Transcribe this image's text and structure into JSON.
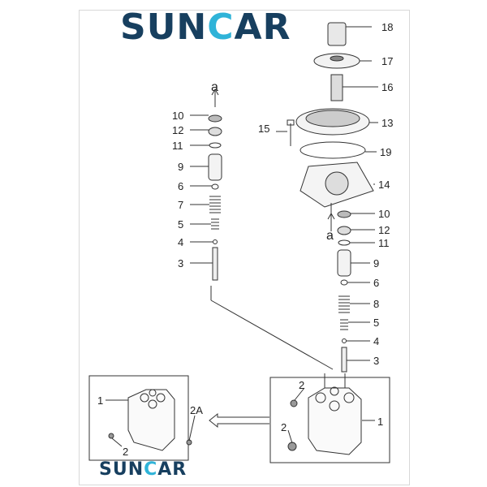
{
  "logo_top": {
    "a": "SUN",
    "b": "C",
    "c": "AR"
  },
  "logo_bottom": {
    "a": "SUN",
    "b": "C",
    "c": "AR"
  },
  "callouts_left": [
    "10",
    "12",
    "11",
    "9",
    "6",
    "7",
    "5",
    "4",
    "3"
  ],
  "callouts_right": [
    "18",
    "17",
    "16",
    "13",
    "15",
    "19",
    "14",
    "10",
    "12",
    "11",
    "9",
    "6",
    "8",
    "5",
    "4",
    "3"
  ],
  "marker_a": "a",
  "detail_left": [
    "1",
    "2A",
    "2"
  ],
  "detail_right": [
    "2",
    "2",
    "1"
  ],
  "colors": {
    "brand_dark": "#173f5f",
    "brand_light": "#2fb3d8",
    "line": "#333333"
  }
}
